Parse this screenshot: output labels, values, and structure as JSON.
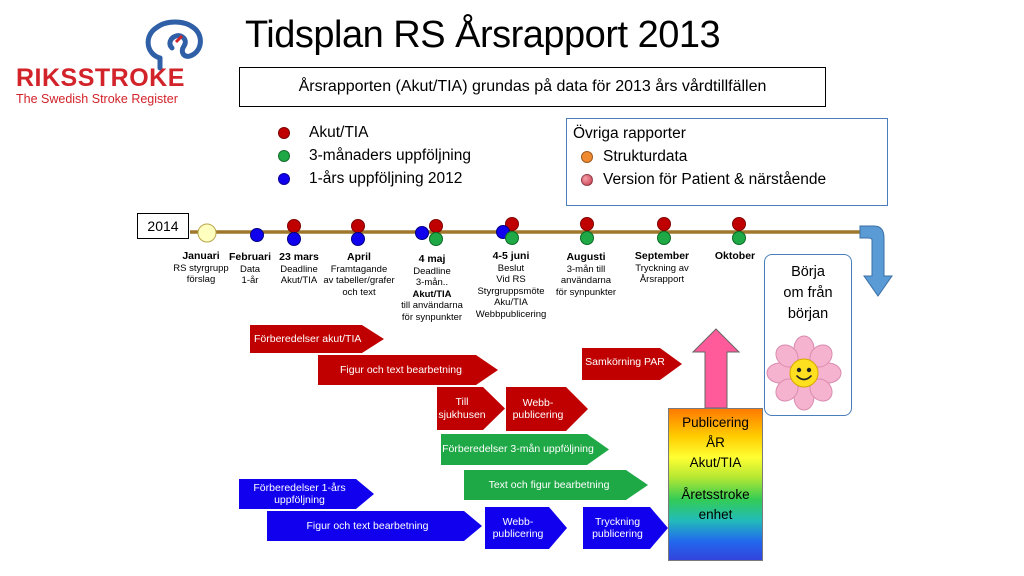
{
  "title": "Tidsplan RS Årsrapport 2013",
  "subtitle": "Årsrapporten (Akut/TIA)  grundas på data för 2013 års vårdtillfällen",
  "logo": {
    "name": "RIKSSTROKE",
    "tagline": "The Swedish Stroke Register",
    "icon": "brain-logo-icon"
  },
  "legend": [
    {
      "label": "Akut/TIA",
      "color": "#c00000"
    },
    {
      "label": "3-månaders uppföljning",
      "color": "#1fa846"
    },
    {
      "label": "1-års uppföljning 2012",
      "color": "#1100ee"
    }
  ],
  "other_reports": {
    "heading": "Övriga rapporter",
    "items": [
      {
        "label": "Strukturdata",
        "color": "#f08a30"
      },
      {
        "label": "Version för Patient & närstående",
        "color": "#c8364a"
      }
    ]
  },
  "year_label": "2014",
  "colors": {
    "timeline": "#a0782c",
    "red": "#c00000",
    "green": "#1fa846",
    "blue": "#1100ee",
    "start_marker": "#ffffc0"
  },
  "timeline": [
    {
      "month": "Januari",
      "lines": [
        "RS styrgrupp",
        "förslag"
      ]
    },
    {
      "month": "Februari",
      "lines": [
        "Data",
        "1-år"
      ]
    },
    {
      "month": "23 mars",
      "lines": [
        "Deadline",
        "Akut/TIA"
      ]
    },
    {
      "month": "April",
      "lines": [
        "Framtagande",
        "av tabeller/grafer",
        "och text"
      ]
    },
    {
      "month": "4 maj",
      "lines": [
        "Deadline",
        "3-mån..",
        "Akut/TIA",
        "till användarna",
        "för synpunkter"
      ]
    },
    {
      "month": "4-5 juni",
      "lines": [
        "Beslut",
        "Vid RS",
        "Styrgruppsmöte",
        "Aku/TIA",
        "Webbpublicering"
      ]
    },
    {
      "month": "Augusti",
      "lines": [
        "3-mån till",
        "användarna",
        "för synpunkter"
      ]
    },
    {
      "month": "September",
      "lines": [
        "Tryckning av",
        "Årsrapport"
      ]
    },
    {
      "month": "Oktober",
      "lines": []
    }
  ],
  "tasks": {
    "forberedelser_akut": "Förberedelser akut/TIA",
    "figur_text_red": "Figur och text bearbetning",
    "till_sjukhusen": "Till sjukhusen",
    "webb_red": "Webb- publicering",
    "samkorning": "Samkörning PAR",
    "forberedelser_3man": "Förberedelser 3-mån uppföljning",
    "text_figur_green": "Text och figur bearbetning",
    "forberedelser_1ar": "Förberedelser 1-års uppföljning",
    "figur_text_blue": "Figur och text bearbetning",
    "webb_blue": "Webb- publicering",
    "tryckning": "Tryckning publicering"
  },
  "publicering": {
    "line1": "Publicering",
    "line2": "ÅR",
    "line3": "Akut/TIA",
    "line4": "Åretsstroke",
    "line5": "enhet"
  },
  "restart": {
    "line1": "Börja",
    "line2": "om från",
    "line3": "början",
    "icon": "smiling-flower-icon"
  }
}
